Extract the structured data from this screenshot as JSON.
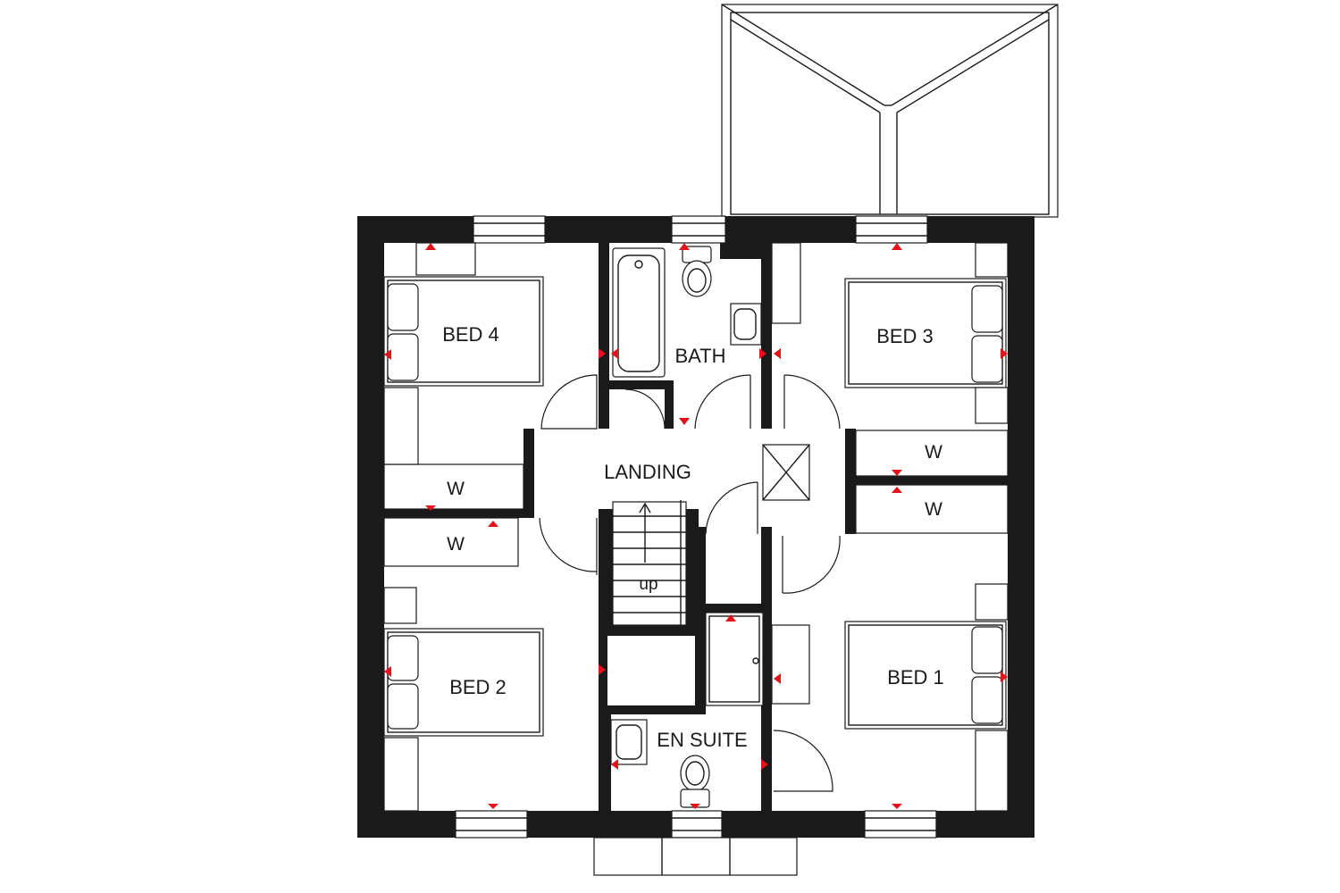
{
  "plan": {
    "rooms": {
      "bed4": "BED 4",
      "bath": "BATH",
      "bed3": "BED 3",
      "landing": "LANDING",
      "bed2": "BED 2",
      "en_suite": "EN SUITE",
      "bed1": "BED 1"
    },
    "wardrobes": {
      "w_left_upper": "W",
      "w_left_lower": "W",
      "w_right_upper": "W",
      "w_right_lower": "W"
    },
    "stairs_label": "up",
    "marker_color": "#e3131b",
    "wall_color": "#1a1a1a"
  }
}
